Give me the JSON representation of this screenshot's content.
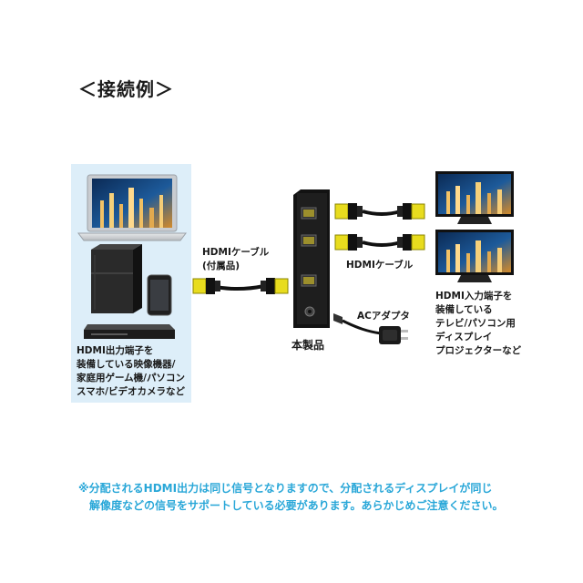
{
  "title": "＜接続例＞",
  "labels": {
    "input_cable": [
      "HDMIケーブル",
      "(付属品)"
    ],
    "product": "本製品",
    "output_cable": "HDMIケーブル",
    "ac_adapter": "ACアダプタ",
    "source_caption": [
      "HDMI出力端子を",
      "装備している映像機器/",
      "家庭用ゲーム機/パソコン",
      "スマホ/ビデオカメラなど"
    ],
    "display_caption": [
      "HDMI入力端子を",
      "装備している",
      "テレビ/パソコン用",
      "ディスプレイ",
      "プロジェクターなど"
    ]
  },
  "footnote": [
    "※分配されるHDMI出力は同じ信号となりますので、分配されるディスプレイが同じ",
    "解像度などの信号をサポートしている必要があります。あらかじめご注意ください。"
  ],
  "colors": {
    "panel": "#ddeef9",
    "footnote": "#29a7d8",
    "connector": "#e8dc1e",
    "device_dark": "#1c1c1c"
  },
  "devices": [
    "laptop",
    "game-console",
    "smartphone",
    "bluray-player",
    "hdmi-splitter",
    "tv-monitor-1",
    "tv-monitor-2",
    "ac-adapter"
  ]
}
